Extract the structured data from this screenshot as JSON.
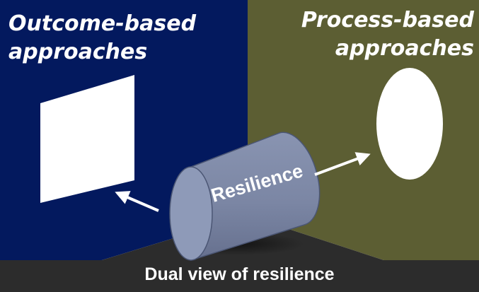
{
  "outcome_panel": {
    "title_line1": "Outcome-based",
    "title_line2": "approaches"
  },
  "process_panel": {
    "title_line1": "Process-based",
    "title_line2": "approaches"
  },
  "cylinder": {
    "label": "Resilience"
  },
  "caption": "Dual view of resilience",
  "colors": {
    "left_wall": "#03195e",
    "right_wall": "#5c5e33",
    "floor": "#2c2c2c",
    "cylinder_body": "#7f8aa8",
    "cylinder_cap": "#8e9ab8",
    "cylinder_edge": "#4b5674",
    "shapes": "#ffffff"
  }
}
